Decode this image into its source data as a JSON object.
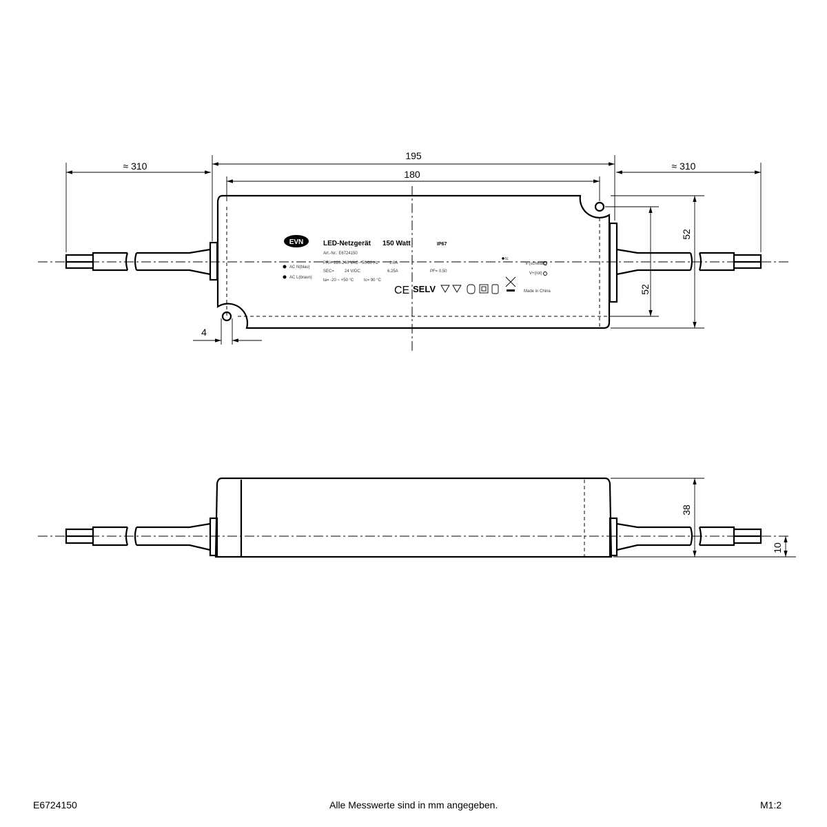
{
  "dimensions": {
    "total_length": "195",
    "hole_spacing": "180",
    "cable_left": "≈ 310",
    "cable_right": "≈ 310",
    "width_outer": "52",
    "width_holes": "52",
    "hole_offset": "4",
    "height": "38",
    "cable_height": "10"
  },
  "label": {
    "title": "LED-Netzgerät",
    "power": "150 Watt",
    "ip": "IP67",
    "article": "Art.-Nr.: E6724150",
    "pri": "PRI= 220-240 VAC~ 50/60 Hz",
    "pri_current": "1.6A",
    "sec": "SEC=",
    "sec_voltage": "24 V/DC",
    "sec_current": "6.25A",
    "pf": "PF= 0.50",
    "temp": "ta= -20 ~ +50 °C",
    "tc": "tc= 90 °C",
    "tc_point": "tc",
    "ac_n": "AC N(blau)",
    "ac_l": "AC L(braun)",
    "v_minus": "V-(schwarz)",
    "v_plus": "V+(rot)",
    "made": "Made in China",
    "ce": "CE",
    "selv": "SELV",
    "logo": "EVN"
  },
  "footer": {
    "article": "E6724150",
    "note": "Alle Messwerte sind in mm angegeben.",
    "scale": "M1:2"
  }
}
